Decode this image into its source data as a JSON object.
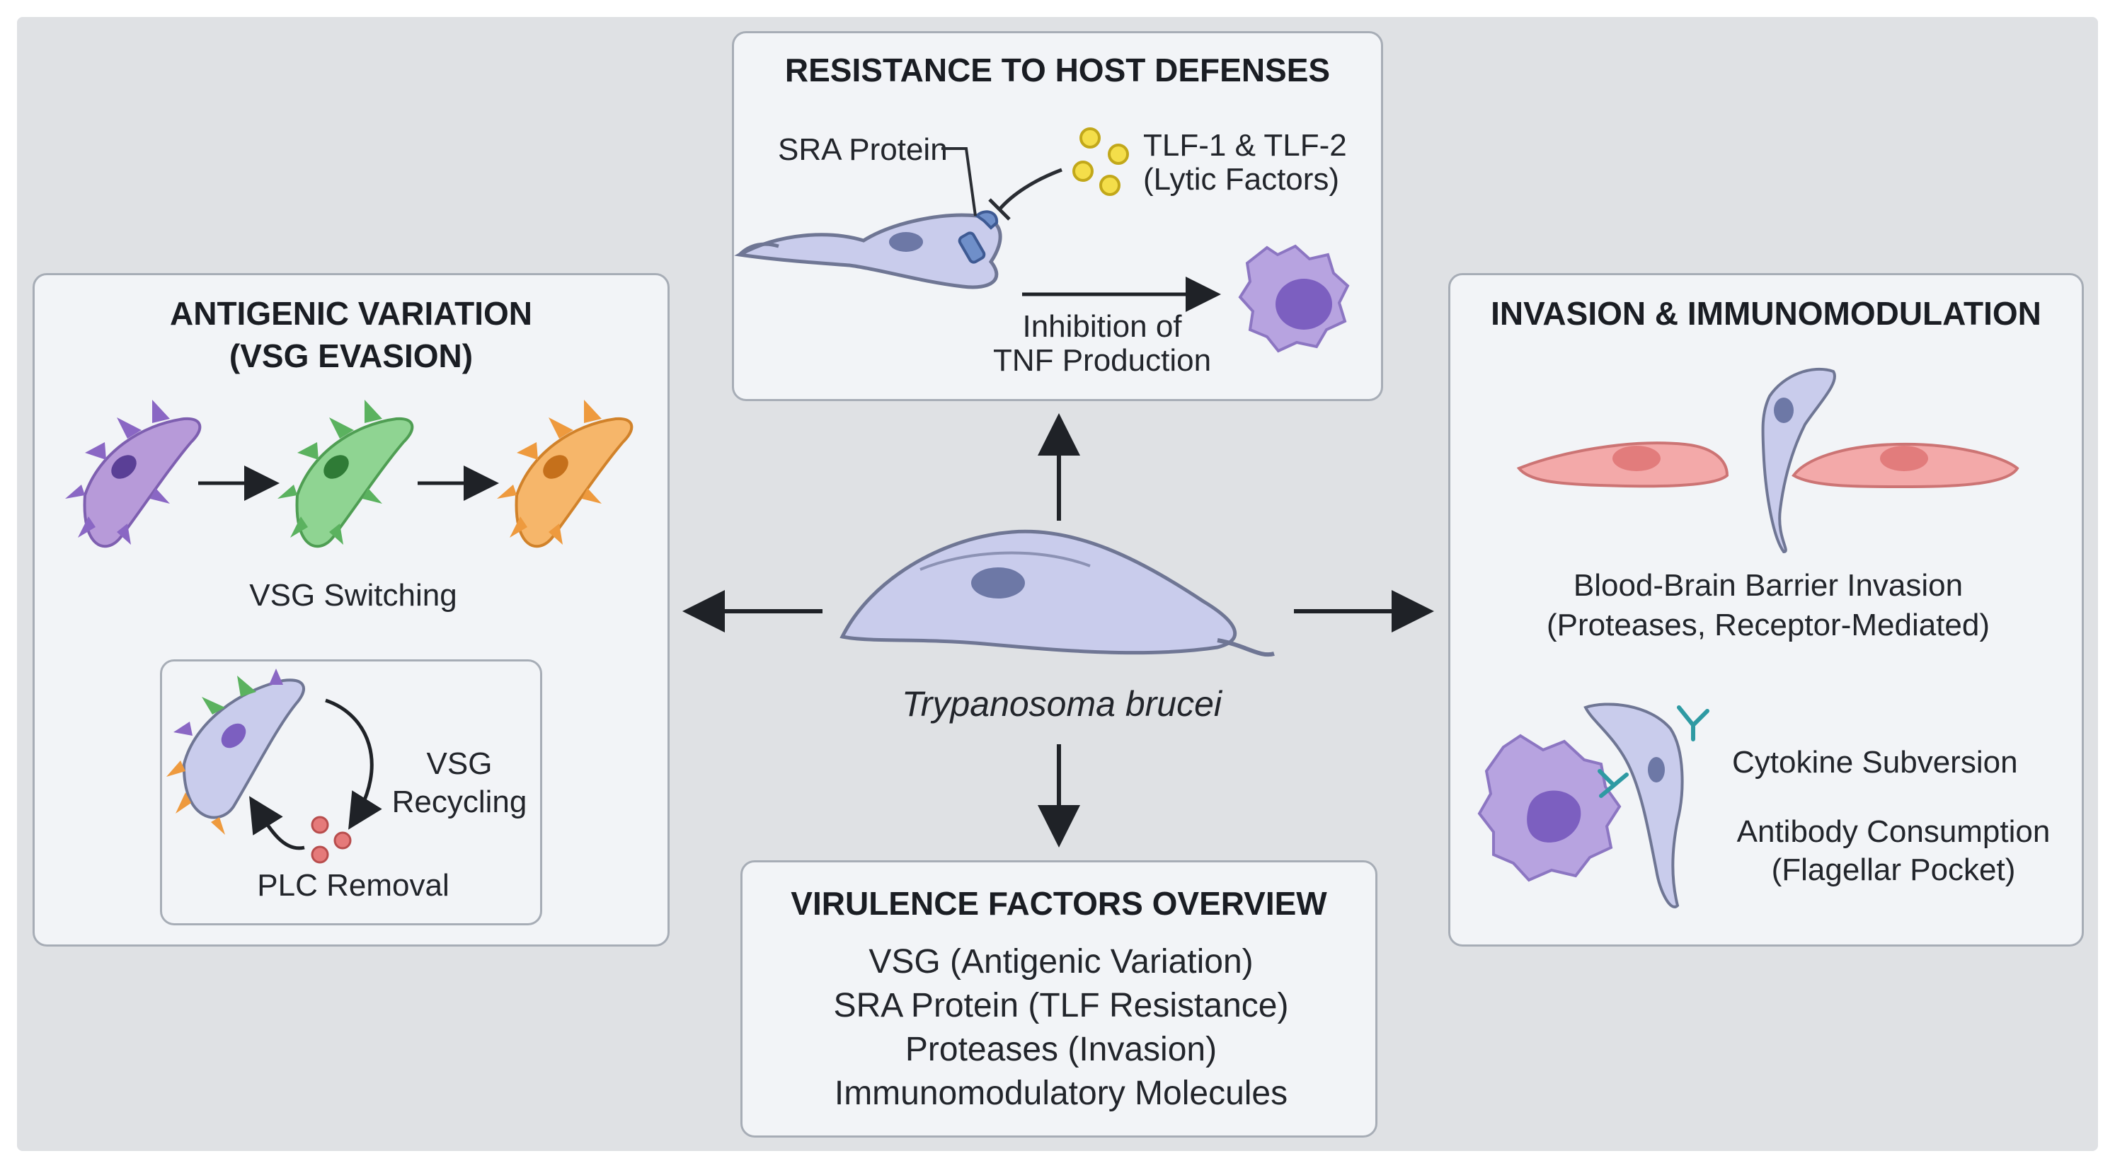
{
  "center": {
    "organism": "Trypanosoma brucei"
  },
  "resistance": {
    "title": "RESISTANCE TO HOST DEFENSES",
    "sra_label": "SRA Protein",
    "tlf_label_1": "TLF-1 & TLF-2",
    "tlf_label_2": "(Lytic Factors)",
    "tnf_label_1": "Inhibition of",
    "tnf_label_2": "TNF Production"
  },
  "antigenic": {
    "title_1": "ANTIGENIC VARIATION",
    "title_2": "(VSG EVASION)",
    "switching_label": "VSG Switching",
    "recycling_label_1": "VSG",
    "recycling_label_2": "Recycling",
    "plc_label": "PLC Removal"
  },
  "invasion": {
    "title": "INVASION & IMMUNOMODULATION",
    "bbb_label_1": "Blood-Brain Barrier Invasion",
    "bbb_label_2": "(Proteases, Receptor-Mediated)",
    "cytokine_label": "Cytokine Subversion",
    "antibody_label_1": "Antibody Consumption",
    "antibody_label_2": "(Flagellar Pocket)"
  },
  "virulence": {
    "title": "VIRULENCE FACTORS OVERVIEW",
    "items": [
      "VSG (Antigenic Variation)",
      "SRA Protein (TLF Resistance)",
      "Proteases (Invasion)",
      "Immunomodulatory Molecules"
    ]
  },
  "colors": {
    "vsg_purple": "#b79ad9",
    "vsg_green": "#7dcf7f",
    "vsg_orange": "#f3a955",
    "parasite_body": "#c9ccec",
    "macrophage": "#a98fd9",
    "endothelial": "#f1a3a3",
    "lytic_factor": "#f4de4a",
    "antibody": "#2e9aa3"
  }
}
